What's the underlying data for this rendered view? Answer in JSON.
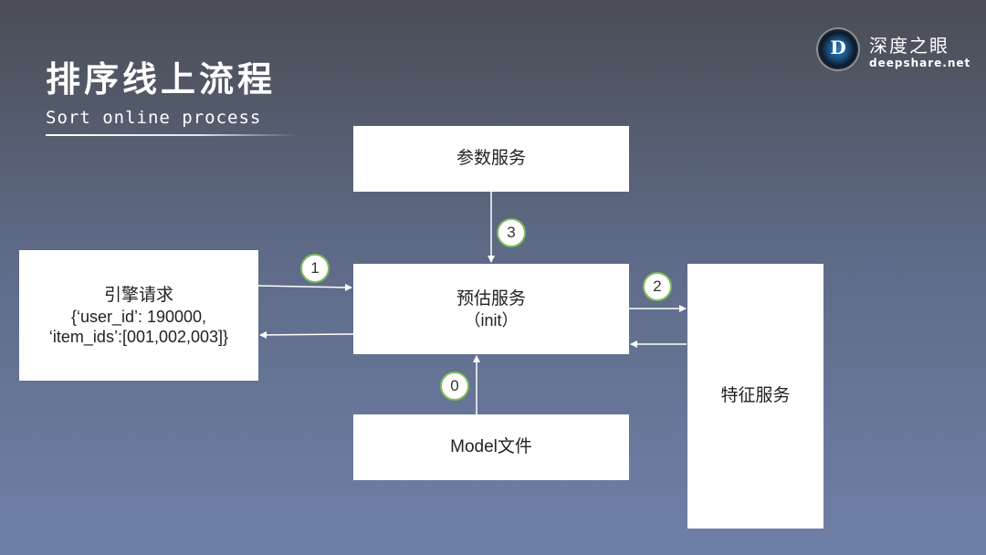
{
  "title": "排序线上流程",
  "subtitle": "Sort online process",
  "logo": {
    "name": "深度之眼",
    "url": "deepshare.net",
    "letter": "D"
  },
  "boxes": {
    "param_service": "参数服务",
    "engine_request": {
      "label": "引擎请求",
      "line1": "{‘user_id’: 190000,",
      "line2": "‘item_ids’:[001,002,003]}"
    },
    "predict_service": {
      "label": "预估服务",
      "sub": "（init）"
    },
    "feature_service": "特征服务",
    "model_file": "Model文件"
  },
  "steps": {
    "s0": "0",
    "s1": "1",
    "s2": "2",
    "s3": "3"
  },
  "colors": {
    "step_border": "#7dbb5a",
    "arrow": "#ffffff"
  }
}
